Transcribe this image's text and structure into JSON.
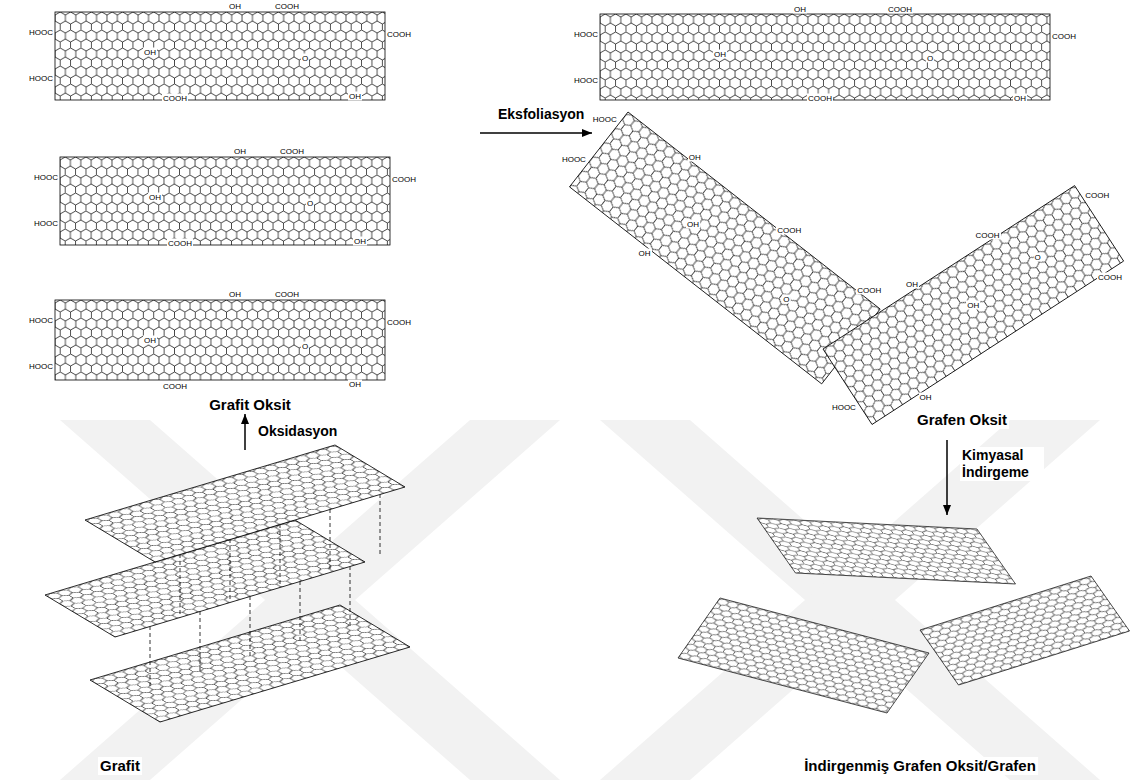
{
  "diagram": {
    "nodes": [
      {
        "text": [
          "Grafit"
        ]
      },
      {
        "text": [
          "Grafit Oksit"
        ]
      },
      {
        "text": [
          "Grafen Oksit"
        ]
      },
      {
        "text": [
          "İndirgenmiş Grafen Oksit/Grafen"
        ]
      }
    ],
    "edges": [
      {
        "from": 0,
        "to": 1,
        "arrow": "to",
        "label": "Oksidasyon"
      },
      {
        "from": 1,
        "to": 2,
        "arrow": "to",
        "label": "Eksfoliasyon"
      },
      {
        "from": 2,
        "to": 3,
        "arrow": "to",
        "label": "Kimyasal İndirgeme"
      }
    ],
    "labels": [
      "OH",
      "COOH",
      "HOOC",
      "COOH",
      "HOOC",
      "OH",
      "O",
      "OH",
      "COOH",
      "OH",
      "COOH",
      "HOOC",
      "COOH",
      "HOOC",
      "OH",
      "O",
      "OH",
      "COOH",
      "OH",
      "COOH",
      "HOOC",
      "COOH",
      "HOOC",
      "OH",
      "O",
      "OH",
      "COOH",
      "OH",
      "COOH",
      "HOOC",
      "COOH",
      "HOOC",
      "OH",
      "O",
      "OH",
      "COOH",
      "HOOC",
      "OH",
      "COOH",
      "COOH",
      "OH",
      "O",
      "OH",
      "HOOC",
      "HOOC",
      "OH",
      "COOH",
      "COOH",
      "OH",
      "O",
      "OH",
      "COOH"
    ]
  }
}
